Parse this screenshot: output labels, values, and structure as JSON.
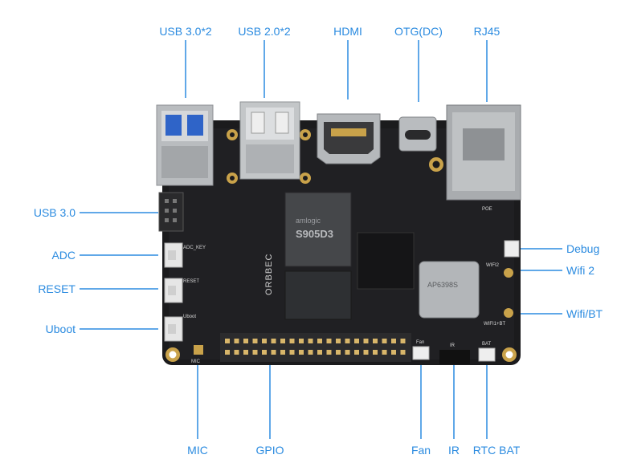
{
  "labels": {
    "usb30x2": "USB 3.0*2",
    "usb20x2": "USB 2.0*2",
    "hdmi": "HDMI",
    "otg": "OTG(DC)",
    "rj45": "RJ45",
    "usb30": "USB 3.0",
    "adc": "ADC",
    "reset": "RESET",
    "uboot": "Uboot",
    "debug": "Debug",
    "wifi2": "Wifi 2",
    "wifibt": "Wifi/BT",
    "mic": "MIC",
    "gpio": "GPIO",
    "fan": "Fan",
    "ir": "IR",
    "rtcbat": "RTC BAT"
  },
  "board_text": {
    "brand": "ORBBEC",
    "soc_brand": "amlogic",
    "soc_model": "S905D3",
    "wifi_module": "AP6398S",
    "silk_adc": "ADC_KEY",
    "silk_reset": "RESET",
    "silk_uboot": "Uboot",
    "silk_poe": "POE",
    "silk_wifi2": "WIFI2",
    "silk_wifibt": "WIFI1+BT",
    "silk_fan": "Fan",
    "silk_ir": "IR",
    "silk_bat": "BAT",
    "silk_mic": "MIC"
  },
  "colors": {
    "label": "#2b8be0",
    "board": "#1b1b1d",
    "metal": "#b9bcbf",
    "blue_usb": "#2f64c8",
    "gold": "#c9a24a"
  }
}
